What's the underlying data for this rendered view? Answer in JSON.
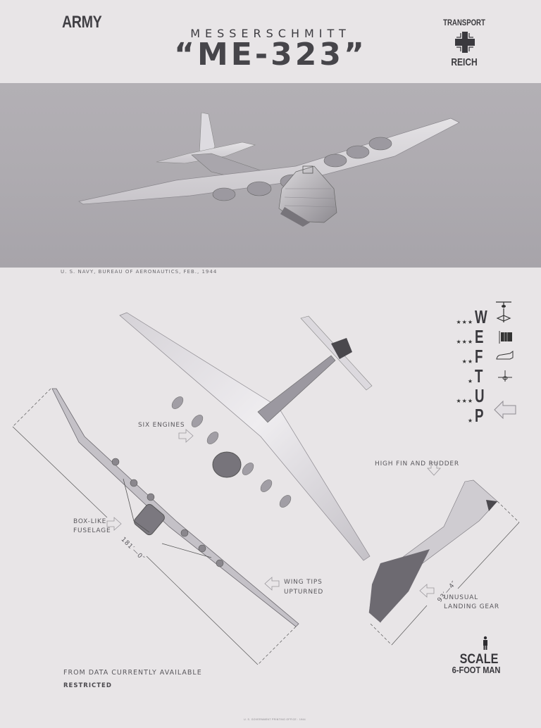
{
  "header": {
    "service": "ARMY",
    "manufacturer": "MESSERSCHMITT",
    "model": "“ME-323”",
    "nationality_top": "TRANSPORT",
    "nationality_bottom": "REICH",
    "insignia_icon": "balkenkreuz-icon"
  },
  "photo": {
    "credit": "U. S. NAVY, BUREAU OF AERONAUTICS, FEB., 1944",
    "background_color": "#aeabb0"
  },
  "callouts": {
    "six_engines": "SIX ENGINES",
    "high_fin": "HIGH FIN AND RUDDER",
    "box_fuselage_1": "BOX-LIKE",
    "box_fuselage_2": "FUSELAGE",
    "wing_tips_1": "WING TIPS",
    "wing_tips_2": "UPTURNED",
    "landing_gear_1": "UNUSUAL",
    "landing_gear_2": "LANDING GEAR"
  },
  "dimensions": {
    "wingspan": "181′—0″",
    "length": "93′—4″"
  },
  "weftup": [
    {
      "letter": "W",
      "stars": "★★★",
      "icon": "wing-planform-icon"
    },
    {
      "letter": "E",
      "stars": "★★★",
      "icon": "engine-icon"
    },
    {
      "letter": "F",
      "stars": "★★",
      "icon": "fuselage-profile-icon"
    },
    {
      "letter": "T",
      "stars": "★",
      "icon": "tail-icon"
    },
    {
      "letter": "U",
      "stars": "★★★",
      "icon": ""
    },
    {
      "letter": "P",
      "stars": "★",
      "icon": "arrow-left-icon"
    }
  ],
  "scale": {
    "label": "SCALE",
    "sub": "6-FOOT MAN"
  },
  "notes": {
    "from_data": "FROM DATA CURRENTLY AVAILABLE",
    "restricted": "RESTRICTED",
    "printer": "U. S. GOVERNMENT PRINTING OFFICE : 1944"
  }
}
